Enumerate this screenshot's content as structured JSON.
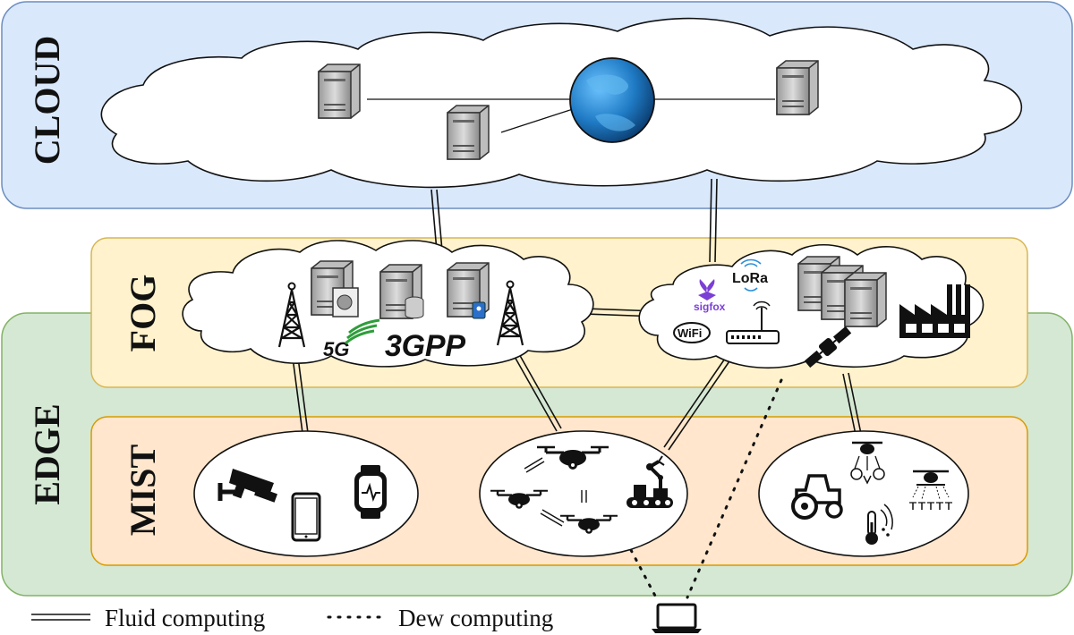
{
  "layers": {
    "cloud": "CLOUD",
    "fog": "FOG",
    "edge": "EDGE",
    "mist": "MIST"
  },
  "logos": {
    "five_g": "5G",
    "three_gpp": "3GPP",
    "sigfox": "sigfox",
    "lora": "LoRa",
    "wifi": "WiFi"
  },
  "legend": {
    "fluid": "Fluid computing",
    "dew": "Dew computing"
  },
  "colors": {
    "cloud_fill": "#dae8fc",
    "cloud_stroke": "#6c8ebf",
    "fog_fill": "#fff2cc",
    "fog_stroke": "#d6b656",
    "edge_fill": "#d5e8d4",
    "edge_stroke": "#82b366",
    "mist_fill": "#ffe6cc",
    "mist_stroke": "#d79b00",
    "globe": "#1f7ac4",
    "fiveg_green": "#2e9d3a"
  }
}
